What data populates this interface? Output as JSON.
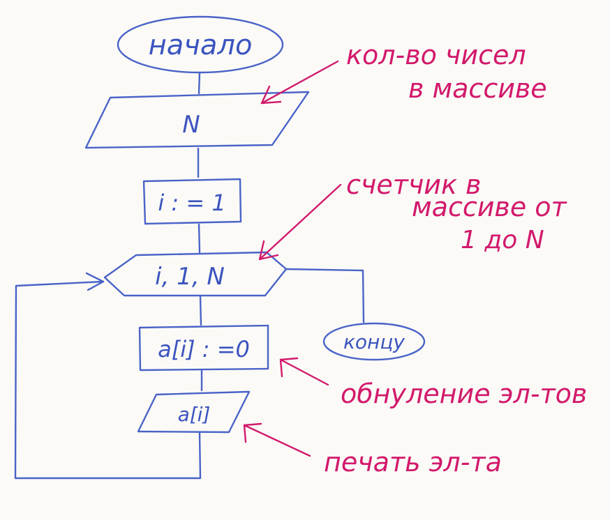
{
  "flowchart": {
    "start_label": "начало",
    "input_label": "N",
    "init_label": "i : = 1",
    "loop_label": "i, 1, N",
    "assign_label": "a[i] : =0",
    "output_label": "a[i]",
    "end_label": "концу"
  },
  "annotations": {
    "count": {
      "line1": "кол-во чисел",
      "line2": "в массиве"
    },
    "counter": {
      "line1": "счетчик в",
      "line2": "массиве от",
      "line3": "1 до N"
    },
    "zeroing": "обнуление эл-тов",
    "printing": "печать эл-та"
  },
  "colors": {
    "ink_blue": "#4a63c8",
    "ink_pink": "#d2196b",
    "paper": "#fbfaf7"
  }
}
